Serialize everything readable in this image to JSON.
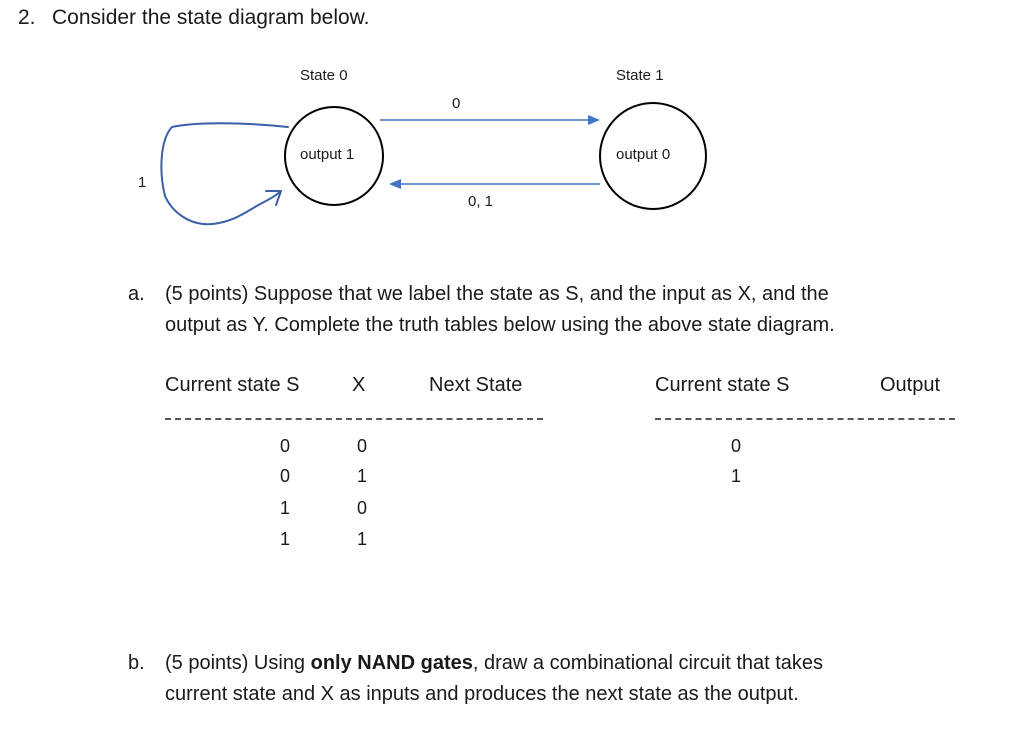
{
  "question": {
    "number": "2.",
    "text": "Consider the state diagram below."
  },
  "diagram": {
    "state0": {
      "name": "State 0",
      "output": "output 1"
    },
    "state1": {
      "name": "State 1",
      "output": "output 0"
    },
    "transition_0_to_1": "0",
    "transition_1_to_0": "0, 1",
    "self_loop_state0": "1",
    "colors": {
      "arrow": "#4472C4",
      "loop": "#3B5FA8",
      "circle": "#000000"
    }
  },
  "part_a": {
    "letter": "a.",
    "text_line1": "(5 points) Suppose that we label the state as S, and the input as X, and the",
    "text_line2": "output as Y. Complete the truth tables below using the above state diagram."
  },
  "table1": {
    "headers": [
      "Current state S",
      "X",
      "Next State"
    ],
    "rows": [
      {
        "s": "0",
        "x": "0"
      },
      {
        "s": "0",
        "x": "1"
      },
      {
        "s": "1",
        "x": "0"
      },
      {
        "s": "1",
        "x": "1"
      }
    ]
  },
  "table2": {
    "headers": [
      "Current state S",
      "Output"
    ],
    "rows": [
      {
        "s": "0"
      },
      {
        "s": "1"
      }
    ]
  },
  "part_b": {
    "letter": "b.",
    "text_pre": "(5 points) Using ",
    "text_bold": "only NAND gates",
    "text_post": ", draw a combinational circuit that takes",
    "text_line2": "current state and X as inputs and produces the next state as the output."
  }
}
